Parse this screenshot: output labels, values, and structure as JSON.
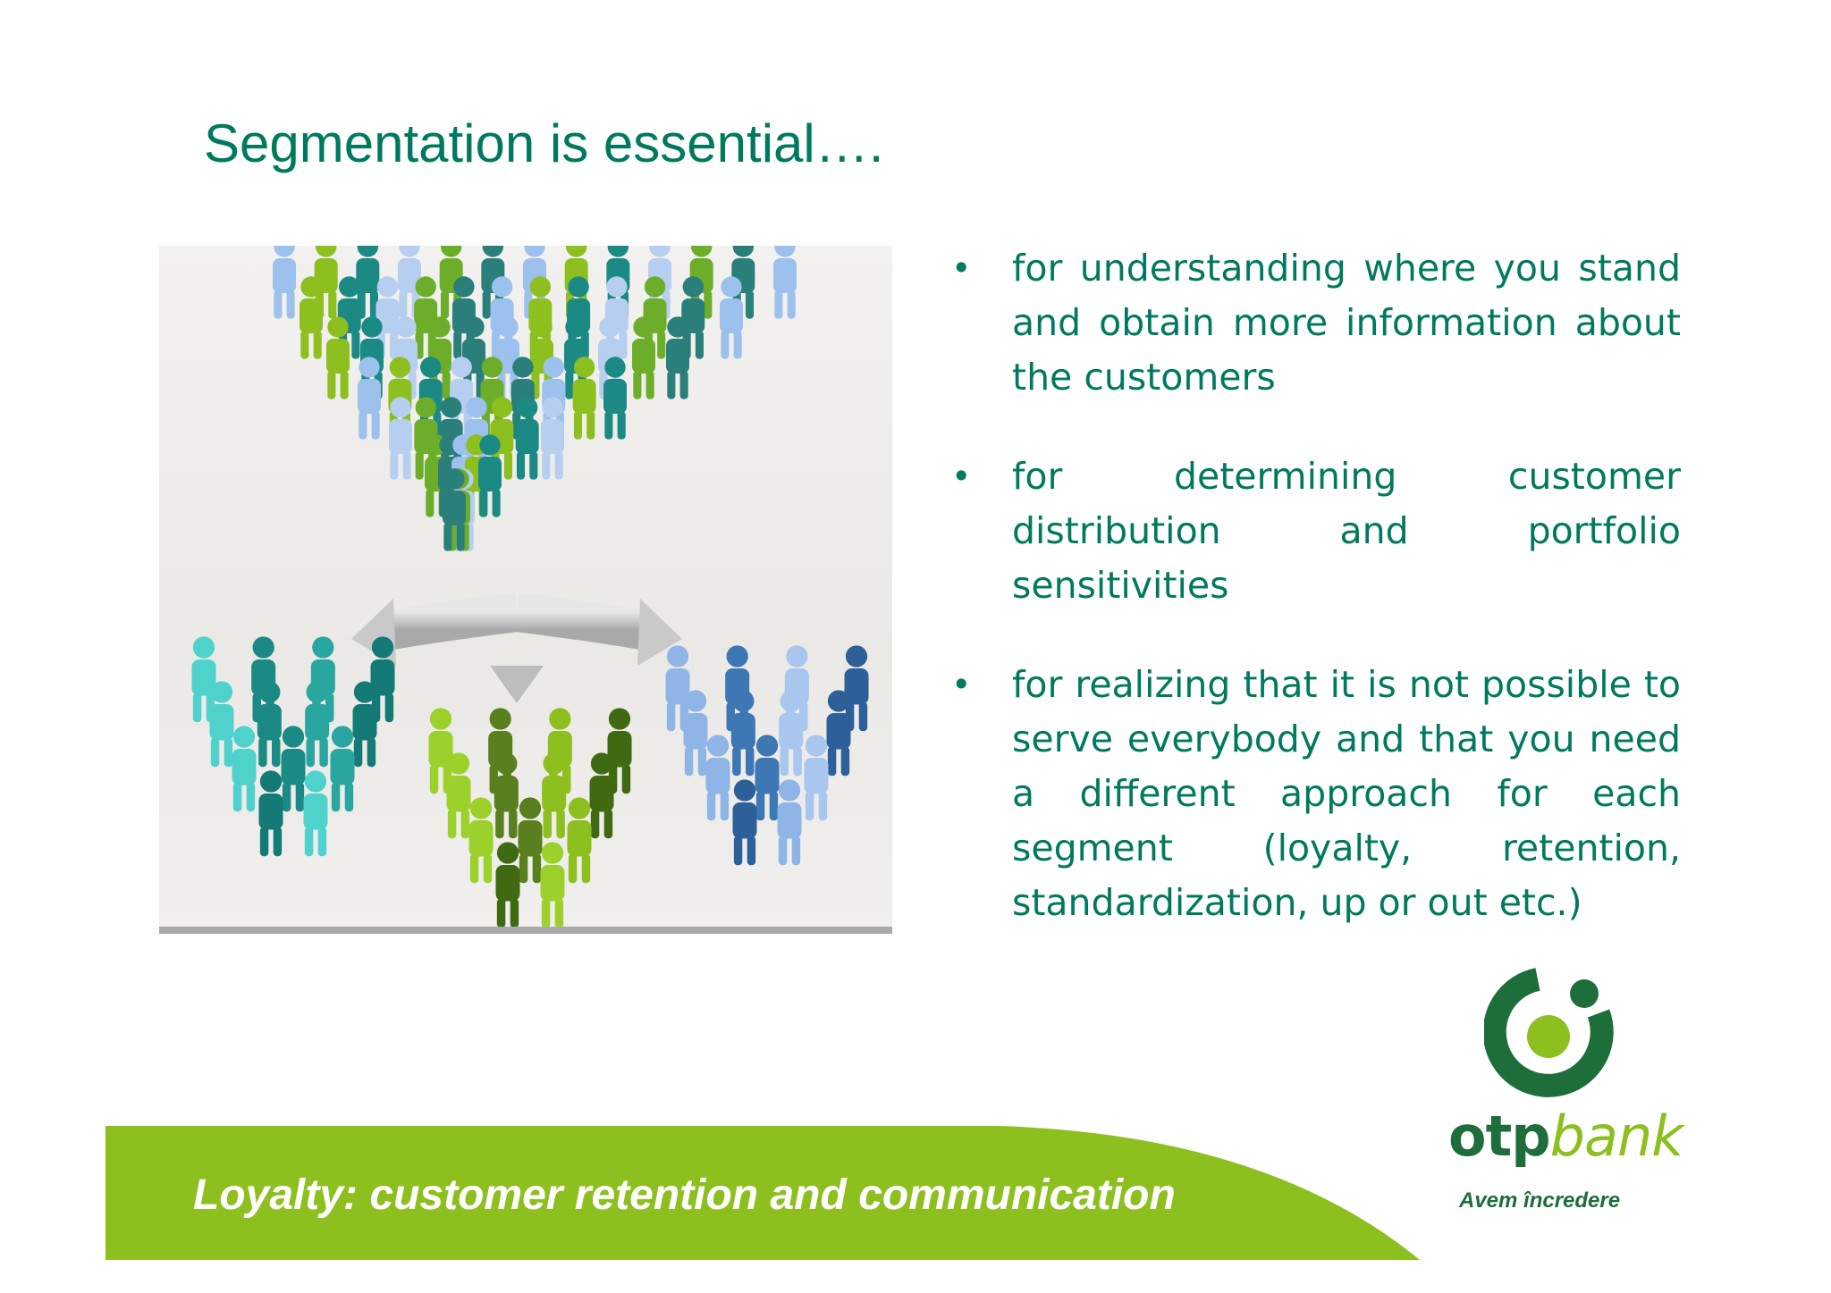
{
  "slide": {
    "title": "Segmentation is essential….",
    "bullets": [
      "for understanding where you stand and obtain more information about the customers",
      "for determining customer distribution and portfolio sensitivities",
      "for realizing that it is not possible to serve everybody and that you need a different approach for each segment (loyalty, retention, standardization, up or out etc.)"
    ],
    "footer_text": "Loyalty: customer retention and communication"
  },
  "logo": {
    "brand_otp": "otp",
    "brand_bank": "bank",
    "slogan": "Avem încredere"
  },
  "colors": {
    "title_green": "#007a5e",
    "band_green": "#8dbf1f",
    "logo_dark_green": "#1d6e3a",
    "logo_light_green": "#8dbf1f"
  },
  "icons": {
    "figure": "people-segmentation-illustration",
    "logo": "otp-ring-logo"
  }
}
